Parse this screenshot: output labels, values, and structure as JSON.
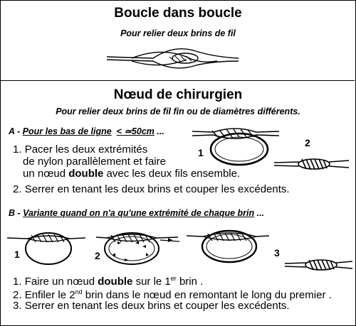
{
  "section1": {
    "title": "Boucle dans boucle",
    "subtitle": "Pour relier deux brins de fil"
  },
  "section2": {
    "title": "Nœud de chirurgien",
    "subtitle": "Pour relier deux brins de fil fin ou de diamètres différents."
  },
  "partA": {
    "prefix": "A - ",
    "heading": "Pour les bas de ligne",
    "spec": "< ≃50cm",
    "suffix": " ...",
    "steps": [
      {
        "num": "1.",
        "line1": "Pacer les deux extrémités",
        "line2": "de nylon parallèlement et faire",
        "line3a": "un nœud ",
        "line3b": "double",
        "line3c": " avec les deux fils ensemble."
      },
      {
        "num": "2.",
        "text": "Serrer en tenant les deux brins et couper les excédents."
      }
    ],
    "figure_labels": [
      "1",
      "2"
    ]
  },
  "partB": {
    "prefix": "B - ",
    "heading": "Variante quand on n'a qu'une extrémité de chaque brin",
    "suffix": " ...",
    "figure_labels": [
      "1",
      "2",
      "3"
    ],
    "steps": [
      {
        "num": "1.",
        "a": "Faire un nœud ",
        "b": "double",
        "c": " sur le 1",
        "sup": "er",
        "d": " brin ."
      },
      {
        "num": "2.",
        "a": "Enfiler le 2",
        "sup": "nd",
        "b": " brin dans le  nœud en remontant le long du premier ."
      },
      {
        "num": "3.",
        "text": "Serrer en tenant les deux brins et couper les excédents."
      }
    ]
  }
}
